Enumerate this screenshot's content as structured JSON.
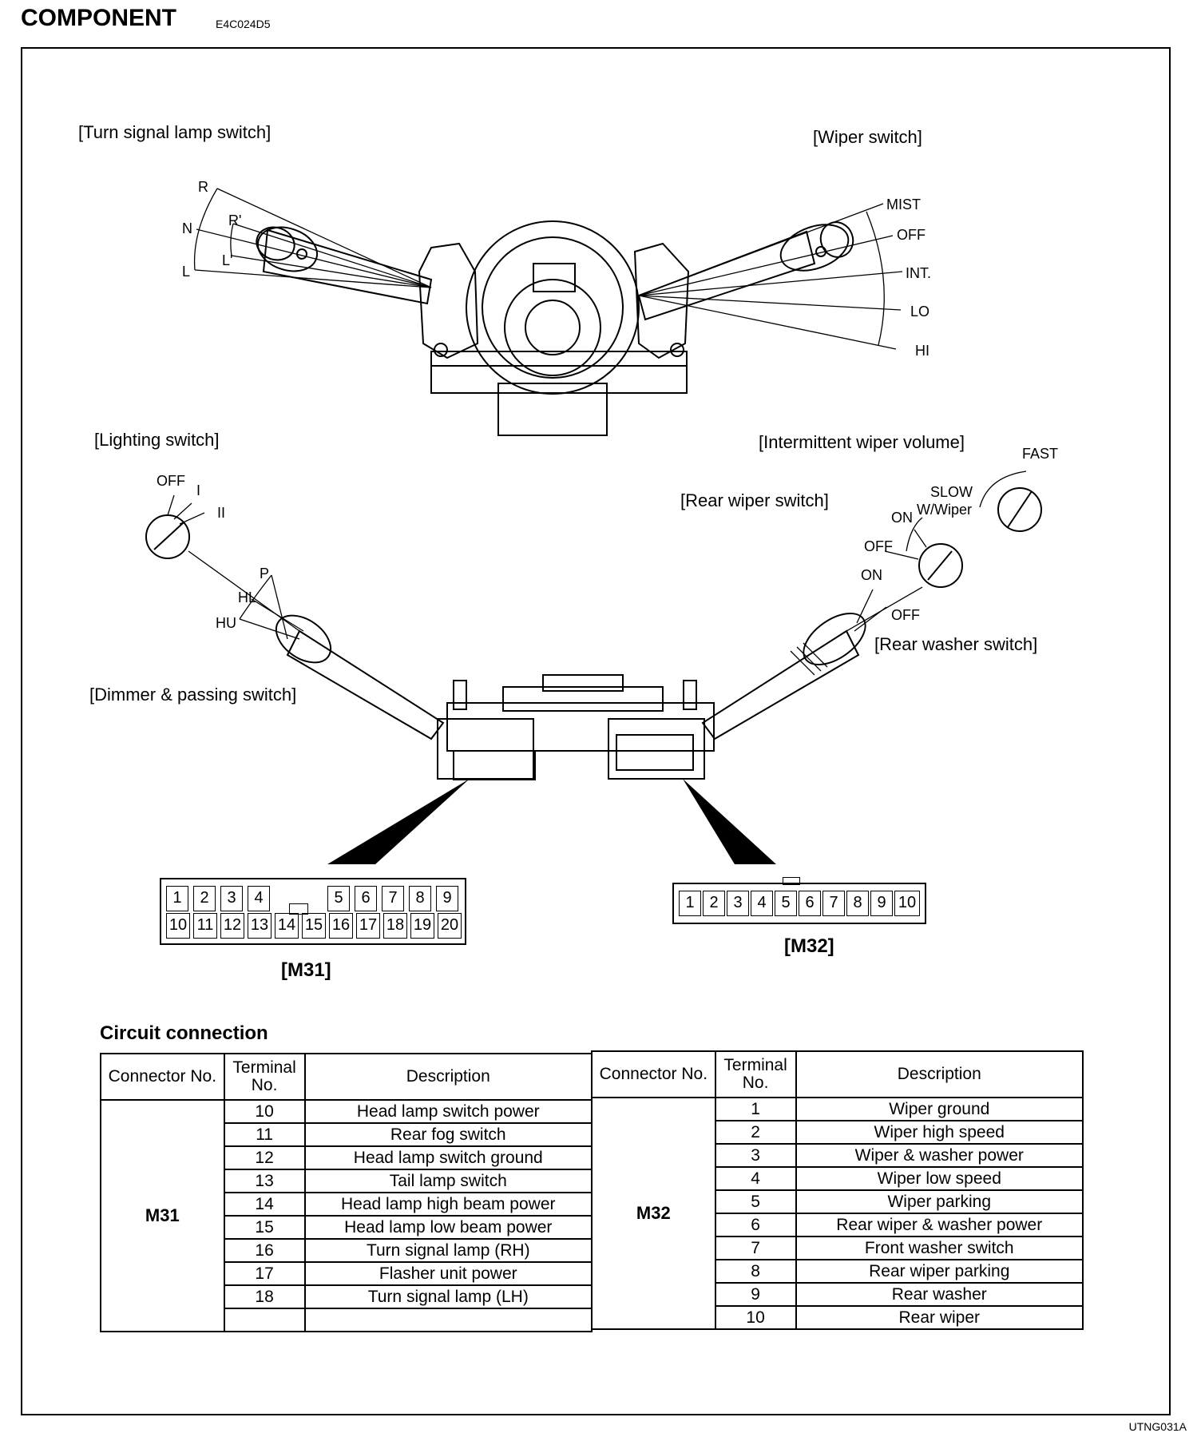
{
  "header": {
    "title": "COMPONENT",
    "code": "E4C024D5"
  },
  "footer": {
    "code": "UTNG031A"
  },
  "labels": {
    "turn_signal": "[Turn signal lamp switch]",
    "wiper_switch": "[Wiper switch]",
    "lighting_switch": "[Lighting switch]",
    "intermittent": "[Intermittent wiper volume]",
    "rear_wiper": "[Rear wiper switch]",
    "rear_washer": "[Rear washer switch]",
    "dimmer": "[Dimmer & passing switch]"
  },
  "turn_positions": [
    "R",
    "R'",
    "N",
    "L'",
    "L"
  ],
  "wiper_positions": [
    "MIST",
    "OFF",
    "INT.",
    "LO",
    "HI"
  ],
  "lighting_positions": [
    "OFF",
    "I",
    "II"
  ],
  "dimmer_positions": [
    "P",
    "HL",
    "HU"
  ],
  "intermittent_positions": [
    "FAST",
    "SLOW"
  ],
  "rear_wiper_positions": [
    "ON",
    "W/Wiper",
    "OFF"
  ],
  "rear_washer_positions": [
    "ON",
    "OFF"
  ],
  "m31": {
    "name": "[M31]",
    "row1": [
      "1",
      "2",
      "3",
      "4",
      "",
      "5",
      "6",
      "7",
      "8",
      "9"
    ],
    "row2": [
      "10",
      "11",
      "12",
      "13",
      "14",
      "15",
      "16",
      "17",
      "18",
      "19",
      "20"
    ]
  },
  "m32": {
    "name": "[M32]",
    "pins": [
      "1",
      "2",
      "3",
      "4",
      "5",
      "6",
      "7",
      "8",
      "9",
      "10"
    ]
  },
  "circuit": {
    "title": "Circuit connection",
    "headers": {
      "connector": "Connector No.",
      "terminal": "Terminal No.",
      "description": "Description"
    },
    "left": {
      "connector": "M31",
      "rows": [
        {
          "terminal": "10",
          "description": "Head lamp switch power"
        },
        {
          "terminal": "11",
          "description": "Rear fog switch"
        },
        {
          "terminal": "12",
          "description": "Head lamp switch ground"
        },
        {
          "terminal": "13",
          "description": "Tail lamp switch"
        },
        {
          "terminal": "14",
          "description": "Head lamp high beam power"
        },
        {
          "terminal": "15",
          "description": "Head lamp low beam power"
        },
        {
          "terminal": "16",
          "description": "Turn signal lamp (RH)"
        },
        {
          "terminal": "17",
          "description": "Flasher unit power"
        },
        {
          "terminal": "18",
          "description": "Turn signal lamp (LH)"
        },
        {
          "terminal": "",
          "description": ""
        }
      ]
    },
    "right": {
      "connector": "M32",
      "rows": [
        {
          "terminal": "1",
          "description": "Wiper ground"
        },
        {
          "terminal": "2",
          "description": "Wiper high speed"
        },
        {
          "terminal": "3",
          "description": "Wiper & washer power"
        },
        {
          "terminal": "4",
          "description": "Wiper low speed"
        },
        {
          "terminal": "5",
          "description": "Wiper parking"
        },
        {
          "terminal": "6",
          "description": "Rear wiper & washer power"
        },
        {
          "terminal": "7",
          "description": "Front washer switch"
        },
        {
          "terminal": "8",
          "description": "Rear wiper parking"
        },
        {
          "terminal": "9",
          "description": "Rear washer"
        },
        {
          "terminal": "10",
          "description": "Rear wiper"
        }
      ]
    }
  }
}
